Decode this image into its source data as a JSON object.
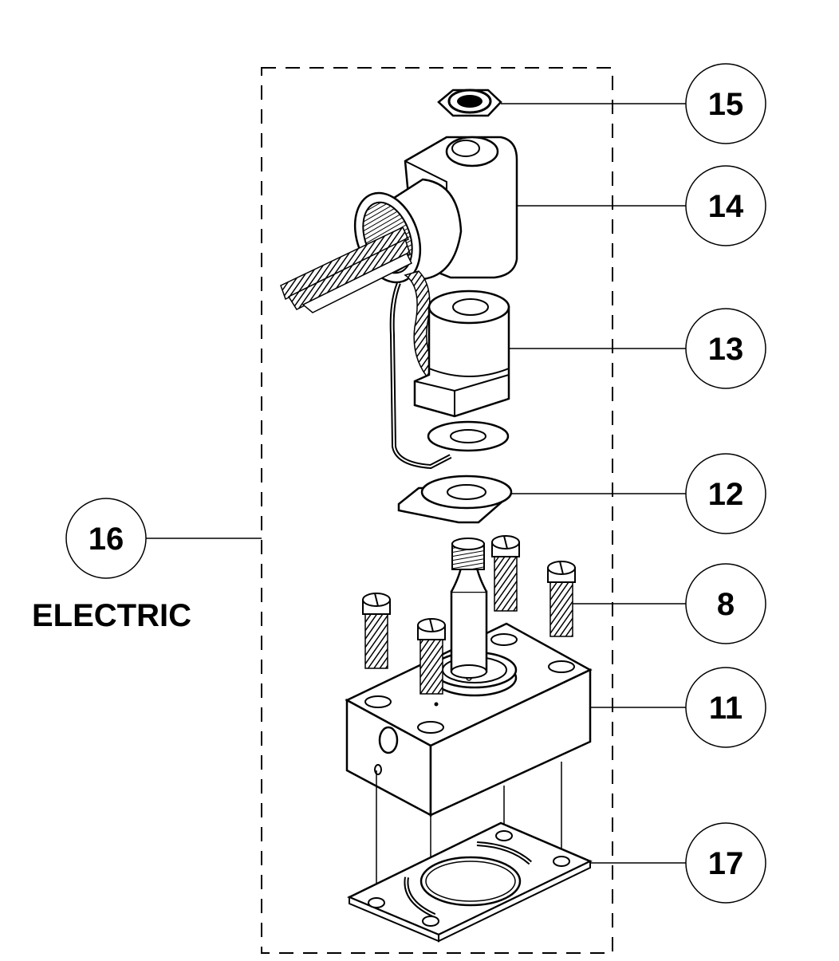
{
  "diagram": {
    "callouts": [
      {
        "id": "15",
        "label": "15"
      },
      {
        "id": "14",
        "label": "14"
      },
      {
        "id": "13",
        "label": "13"
      },
      {
        "id": "12",
        "label": "12"
      },
      {
        "id": "8",
        "label": "8"
      },
      {
        "id": "11",
        "label": "11"
      },
      {
        "id": "17",
        "label": "17"
      },
      {
        "id": "16",
        "label": "16"
      }
    ],
    "group_label": "ELECTRIC"
  },
  "colors": {
    "ink": "#000000",
    "paper": "#ffffff",
    "shade": "#3a3a3a"
  },
  "icons": [
    "hex-nut-icon",
    "coil-housing-icon",
    "solenoid-coil-icon",
    "washer-icon",
    "bracket-icon",
    "screw-icon",
    "plunger-icon",
    "valve-body-icon",
    "gasket-icon",
    "wires-icon"
  ]
}
